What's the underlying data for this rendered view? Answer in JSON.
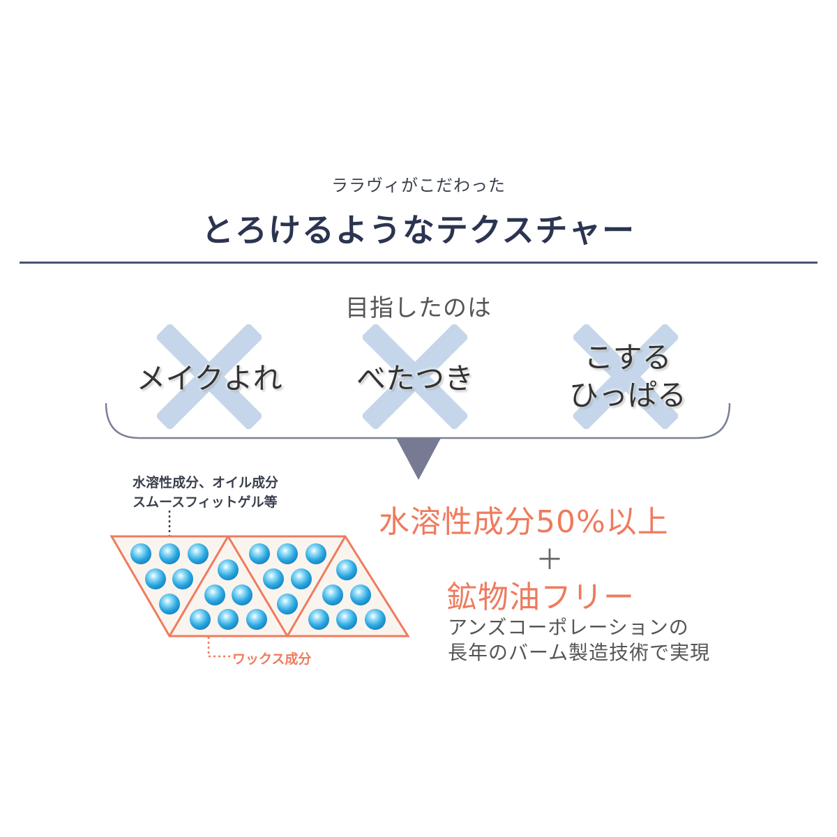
{
  "header": {
    "subtitle": "ララヴィがこだわった",
    "title": "とろけるようなテクスチャー"
  },
  "aim": {
    "label": "目指したのは",
    "ng_items": [
      {
        "lines": [
          "メイクよれ"
        ],
        "icon": "cross-icon"
      },
      {
        "lines": [
          "べたつき"
        ],
        "icon": "cross-icon"
      },
      {
        "lines": [
          "こする",
          "ひっぱる"
        ],
        "icon": "cross-icon"
      }
    ]
  },
  "diagram": {
    "blue_note_lines": [
      "水溶性成分、オイル成分",
      "スムースフィットゲル等"
    ],
    "wax_note": "ワックス成分",
    "sphere_count": 24
  },
  "claims": {
    "line1": "水溶性成分50%以上",
    "plus": "＋",
    "line2": "鉱物油フリー",
    "description_lines": [
      "アンズコーポレーションの",
      "長年のバーム製造技術で実現"
    ]
  },
  "colors": {
    "title_navy": "#2b3450",
    "rule_navy": "#4a5070",
    "cross_blue": "#c5d6ea",
    "bracket_gray": "#7a8098",
    "arrow_gray": "#767a92",
    "accent_orange": "#ee7b5e",
    "sphere_blue": "#2aa8e0",
    "cell_fill": "#faf4ef"
  }
}
